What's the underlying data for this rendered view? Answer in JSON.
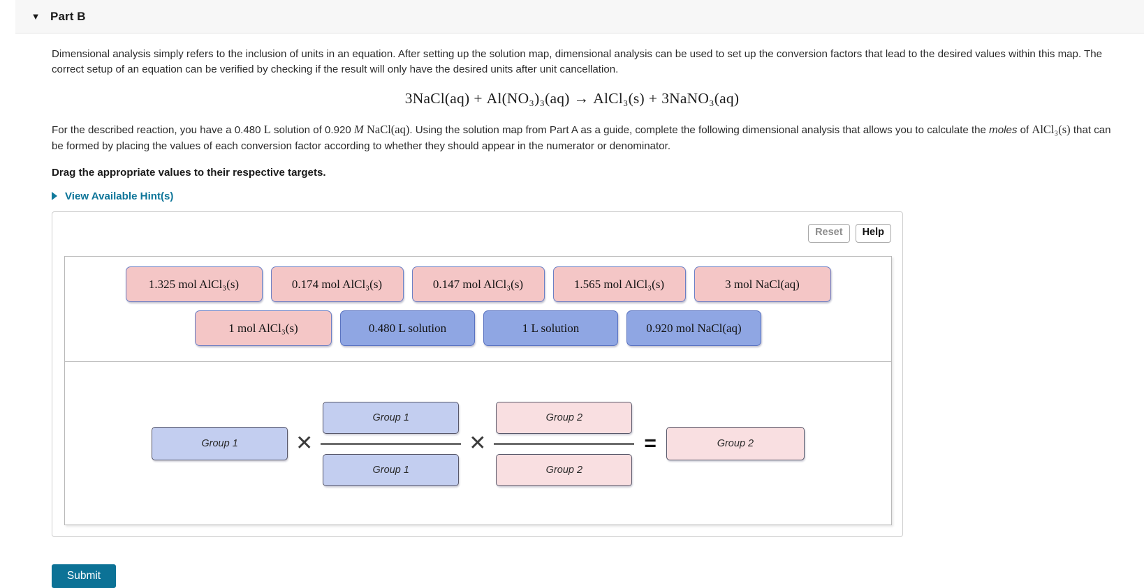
{
  "part": {
    "caret": "▼",
    "title": "Part B"
  },
  "intro": {
    "p1_a": "Dimensional analysis simply refers to the inclusion of units in an equation. After setting up the solution map, dimensional analysis can be used to set up the conversion factors that lead to the desired values within this map. The correct setup of an equation can be verified by checking if the result will only have the desired units after unit cancellation."
  },
  "equation": {
    "terms": [
      "3NaCl(aq)",
      "+",
      "Al(NO₃)₃(aq)",
      "→",
      "AlCl₃(s)",
      "+",
      "3NaNO₃(aq)"
    ],
    "plain": "3NaCl(aq) + Al(NO3)3(aq) → AlCl3(s) + 3NaNO3(aq)"
  },
  "prompt": {
    "s1": "For the described reaction, you have a 0.480 ",
    "vol_unit": "L",
    "s2": " solution of 0.920 ",
    "molarity": "M",
    "species": "NaCl(aq)",
    "s3": ". Using the solution map from Part A as a guide, complete the following dimensional analysis that allows you to calculate the ",
    "emph": "moles",
    "s4": " of ",
    "product": "AlCl₃(s)",
    "s5": " that can be formed by placing the values of each conversion factor according to whether they should appear in the numerator or denominator."
  },
  "instruction": "Drag the appropriate values to their respective targets.",
  "hint": {
    "label": "View Available Hint(s)"
  },
  "toolbar": {
    "reset_label": "Reset",
    "help_label": "Help"
  },
  "bank": {
    "row1": [
      {
        "text": "1.325 mol AlCl₃(s)",
        "color": "pink",
        "width": "w196"
      },
      {
        "text": "0.174 mol AlCl₃(s)",
        "color": "pink",
        "width": "w190"
      },
      {
        "text": "0.147 mol AlCl₃(s)",
        "color": "pink",
        "width": "w190"
      },
      {
        "text": "1.565 mol AlCl₃(s)",
        "color": "pink",
        "width": "w190"
      },
      {
        "text": "3 mol NaCl(aq)",
        "color": "pink",
        "width": "w196"
      }
    ],
    "row2": [
      {
        "text": "1 mol AlCl₃(s)",
        "color": "pink",
        "width": "w196"
      },
      {
        "text": "0.480 L solution",
        "color": "blue",
        "width": "w193"
      },
      {
        "text": "1 L solution",
        "color": "blue",
        "width": "w193"
      },
      {
        "text": "0.920 mol NaCl(aq)",
        "color": "blue",
        "width": "w193"
      }
    ]
  },
  "targets": {
    "first": {
      "label": "Group 1",
      "color": "blue"
    },
    "frac1_num": {
      "label": "Group 1",
      "color": "blue"
    },
    "frac1_den": {
      "label": "Group 1",
      "color": "blue"
    },
    "frac2_num": {
      "label": "Group 2",
      "color": "pink"
    },
    "frac2_den": {
      "label": "Group 2",
      "color": "pink"
    },
    "result": {
      "label": "Group 2",
      "color": "pink"
    },
    "times_symbol": "✕",
    "equals_symbol": "="
  },
  "submit": {
    "label": "Submit"
  },
  "colors": {
    "accent": "#0d7599",
    "submit": "#0c7296",
    "tile_pink": "#f4c6c6",
    "tile_blue": "#8fa6e3",
    "slot_blue": "#c3cef0",
    "slot_pink": "#f9dfe1"
  }
}
